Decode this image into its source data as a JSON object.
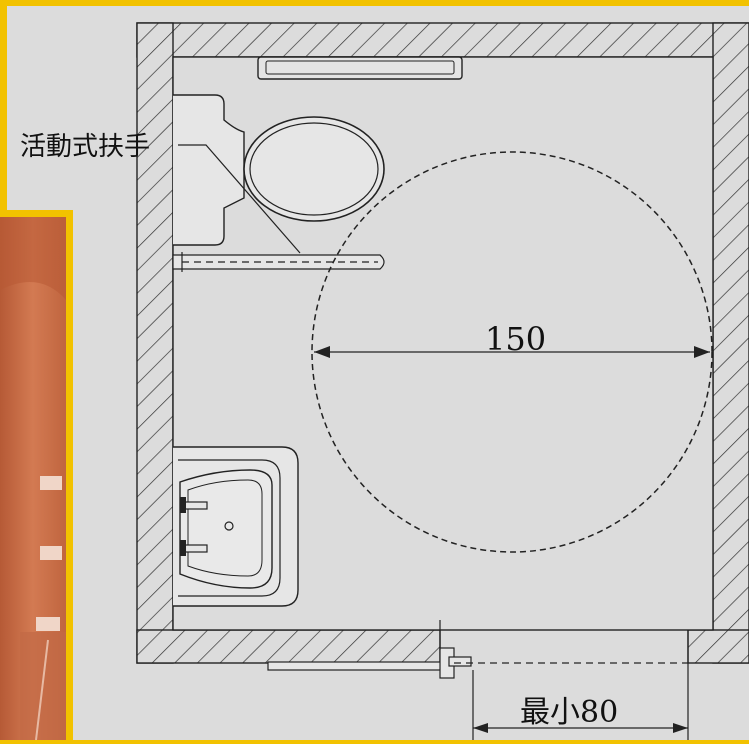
{
  "diagram": {
    "handrail_label": "活動式扶手",
    "turning_diameter_label": "150",
    "door_width_label": "最小80"
  },
  "colors": {
    "frame": "#f2c200",
    "paper": "#dcdcdc",
    "line": "#222222",
    "photo": "#c8643c"
  }
}
